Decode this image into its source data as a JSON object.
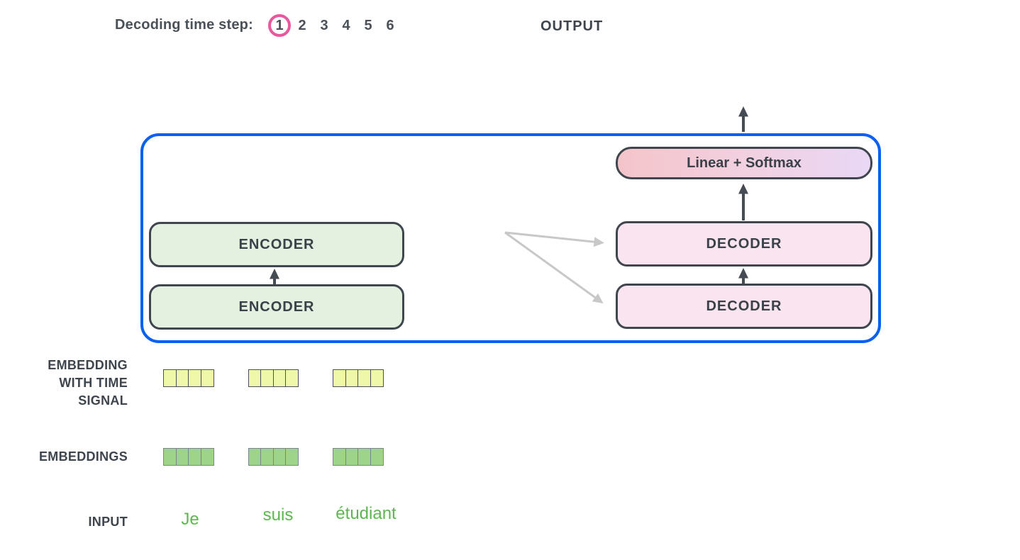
{
  "header": {
    "decoding_label": "Decoding time step:",
    "steps": [
      "1",
      "2",
      "3",
      "4",
      "5",
      "6"
    ],
    "active_step": "1",
    "output_label": "OUTPUT"
  },
  "transformer": {
    "encoders": [
      "ENCODER",
      "ENCODER"
    ],
    "decoders": [
      "DECODER",
      "DECODER"
    ],
    "linear_softmax": "Linear + Softmax"
  },
  "row_labels": {
    "embedding_time_lines": [
      "EMBEDDING",
      "WITH TIME",
      "SIGNAL"
    ],
    "embeddings": "EMBEDDINGS",
    "input": "INPUT"
  },
  "embeddings": {
    "token_count": 3,
    "cells_per_token": 4
  },
  "input_words": [
    "Je",
    "suis",
    "étudiant"
  ],
  "colors": {
    "panel_border_blue": "#0a60f0",
    "active_step_ring_pink": "#e9579c",
    "dark_text_and_borders": "#3e454d",
    "encoder_fill_green": "#e4f0e0",
    "decoder_fill_pink": "#f9e4ef",
    "linear_softmax_gradient_left": "#f4c4ca",
    "linear_softmax_gradient_right": "#e9d8f6",
    "time_signal_cell_yellow": "#eff7a8",
    "embedding_cell_green": "#9ed489",
    "input_word_green": "#5cb84e",
    "fan_arrow_gray": "#c8c8c8"
  }
}
